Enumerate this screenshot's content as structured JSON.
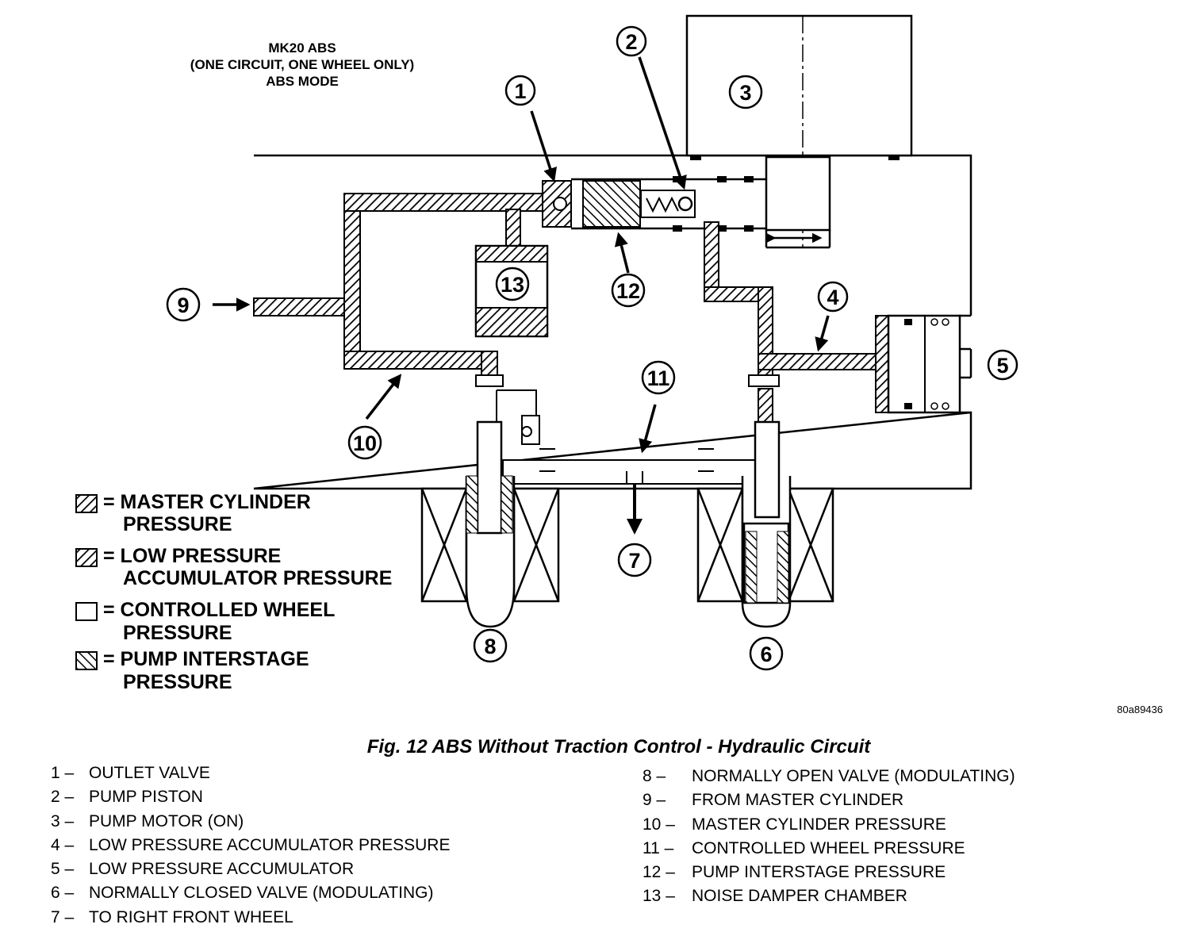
{
  "title_lines": [
    "MK20 ABS",
    "(ONE CIRCUIT, ONE WHEEL ONLY)",
    "ABS MODE"
  ],
  "callouts": [
    "1",
    "2",
    "3",
    "4",
    "5",
    "6",
    "7",
    "8",
    "9",
    "10",
    "11",
    "12",
    "13"
  ],
  "legend": [
    {
      "lines": [
        "= MASTER CYLINDER",
        "PRESSURE"
      ],
      "pattern": "hatch"
    },
    {
      "lines": [
        "= LOW PRESSURE",
        "ACCUMULATOR PRESSURE"
      ],
      "pattern": "hatch"
    },
    {
      "lines": [
        "= CONTROLLED WHEEL",
        "PRESSURE"
      ],
      "pattern": "empty"
    },
    {
      "lines": [
        "= PUMP INTERSTAGE",
        "PRESSURE"
      ],
      "pattern": "backhatch"
    }
  ],
  "figure_id": "80a89436",
  "caption": "Fig. 12 ABS Without Traction Control - Hydraulic Circuit",
  "parts_left": [
    {
      "num": "1 –",
      "label": "OUTLET VALVE"
    },
    {
      "num": "2 –",
      "label": "PUMP PISTON"
    },
    {
      "num": "3 –",
      "label": "PUMP MOTOR (ON)"
    },
    {
      "num": "4 –",
      "label": "LOW PRESSURE ACCUMULATOR PRESSURE"
    },
    {
      "num": "5 –",
      "label": "LOW PRESSURE ACCUMULATOR"
    },
    {
      "num": "6 –",
      "label": "NORMALLY CLOSED VALVE (MODULATING)"
    },
    {
      "num": "7 –",
      "label": "TO RIGHT FRONT WHEEL"
    }
  ],
  "parts_right": [
    {
      "num": "8 –",
      "label": "NORMALLY OPEN VALVE (MODULATING)"
    },
    {
      "num": "9 –",
      "label": "FROM MASTER CYLINDER"
    },
    {
      "num": "10 –",
      "label": "MASTER CYLINDER PRESSURE"
    },
    {
      "num": "11 –",
      "label": "CONTROLLED WHEEL PRESSURE"
    },
    {
      "num": "12 –",
      "label": "PUMP INTERSTAGE PRESSURE"
    },
    {
      "num": "13 –",
      "label": "NOISE DAMPER CHAMBER"
    }
  ],
  "colors": {
    "ink": "#000000",
    "paper": "#ffffff"
  }
}
